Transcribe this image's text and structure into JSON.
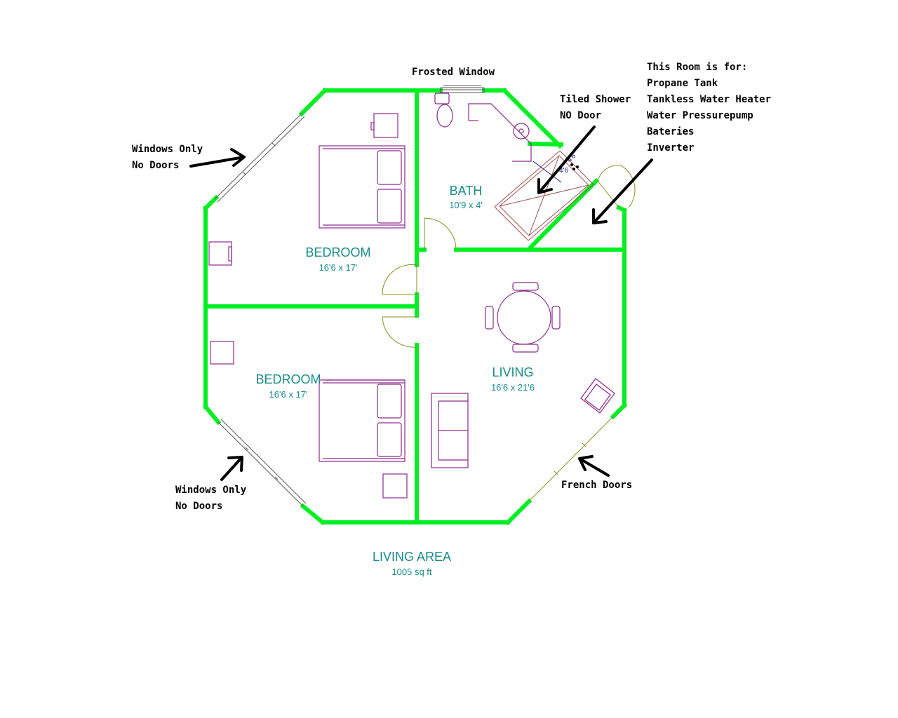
{
  "rooms": {
    "bedroom_top": {
      "name": "BEDROOM",
      "dims": "16'6 x 17'"
    },
    "bedroom_bottom": {
      "name": "BEDROOM",
      "dims": "16'6 x 17'"
    },
    "bath": {
      "name": "BATH",
      "dims": "10'9 x 4'"
    },
    "living": {
      "name": "LIVING",
      "dims": "16'6 x 21'6"
    }
  },
  "living_area": {
    "label": "LIVING AREA",
    "value": "1005 sq ft"
  },
  "annotations": {
    "frosted_window": "Frosted Window",
    "tiled_shower": [
      "Tiled Shower",
      "NO Door"
    ],
    "utility_room": [
      "This Room is for:",
      "Propane Tank",
      "Tankless Water Heater",
      "Water Pressurepump",
      "Bateries",
      "Inverter"
    ],
    "windows_top": [
      "Windows Only",
      "No Doors"
    ],
    "windows_bottom": [
      "Windows Only",
      "No Doors"
    ],
    "french_doors": "French Doors"
  },
  "shower_dims": {
    "a": "4'6",
    "b": "4'6"
  },
  "colors": {
    "wall": "#00ee22",
    "room_text": "#1a8a8a",
    "furniture": "#8a2a8a"
  }
}
